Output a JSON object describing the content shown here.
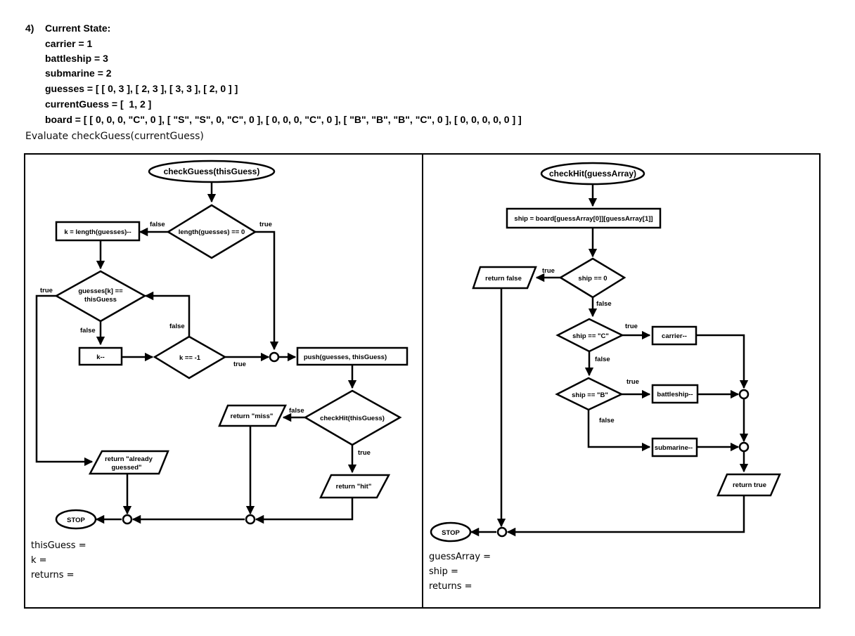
{
  "header": {
    "number": "4)",
    "title": "Current State:",
    "lines": [
      "carrier = 1",
      "battleship = 3",
      "submarine = 2",
      "guesses = [ [ 0, 3 ], [ 2, 3 ], [ 3, 3 ], [ 2, 0 ] ]",
      "currentGuess = [  1, 2 ]",
      "board = [ [ 0, 0, 0, \"C\", 0 ], [ \"S\", \"S\", 0, \"C\", 0 ], [ 0, 0, 0, \"C\", 0 ], [ \"B\", \"B\", \"B\", \"C\", 0 ], [ 0, 0, 0, 0, 0 ] ]"
    ],
    "instruction": "Evaluate checkGuess(currentGuess)"
  },
  "left": {
    "start": "checkGuess(thisGuess)",
    "cond_len": "length(guesses) == 0",
    "assign_k": "k = length(guesses)--",
    "cond_guess_line1": "guesses[k] ==",
    "cond_guess_line2": "thisGuess",
    "dec_k": "k--",
    "cond_k": "k == -1",
    "push": "push(guesses, thisGuess)",
    "cond_hit": "checkHit(thisGuess)",
    "ret_miss": "return \"miss\"",
    "ret_already_line1": "return \"already",
    "ret_already_line2": "guessed\"",
    "ret_hit": "return \"hit\"",
    "stop": "STOP",
    "labels": {
      "false_len": "false",
      "true_len": "true",
      "true_guess": "true",
      "false_guess": "false",
      "false_k": "false",
      "true_k": "true",
      "false_hit": "false",
      "true_hit": "true"
    },
    "answers": [
      "thisGuess =",
      "k =",
      "returns ="
    ]
  },
  "right": {
    "start": "checkHit(guessArray)",
    "assign_ship": "ship = board[guessArray[0]][guessArray[1]]",
    "cond_0": "ship == 0",
    "ret_false": "return false",
    "cond_c": "ship == \"C\"",
    "carrier": "carrier--",
    "cond_b": "ship == \"B\"",
    "battleship": "battleship--",
    "submarine": "submarine--",
    "ret_true": "return true",
    "stop": "STOP",
    "labels": {
      "true_0": "true",
      "false_0": "false",
      "true_c": "true",
      "false_c": "false",
      "true_b": "true",
      "false_b": "false"
    },
    "answers": [
      "guessArray =",
      "ship =",
      "returns ="
    ]
  }
}
